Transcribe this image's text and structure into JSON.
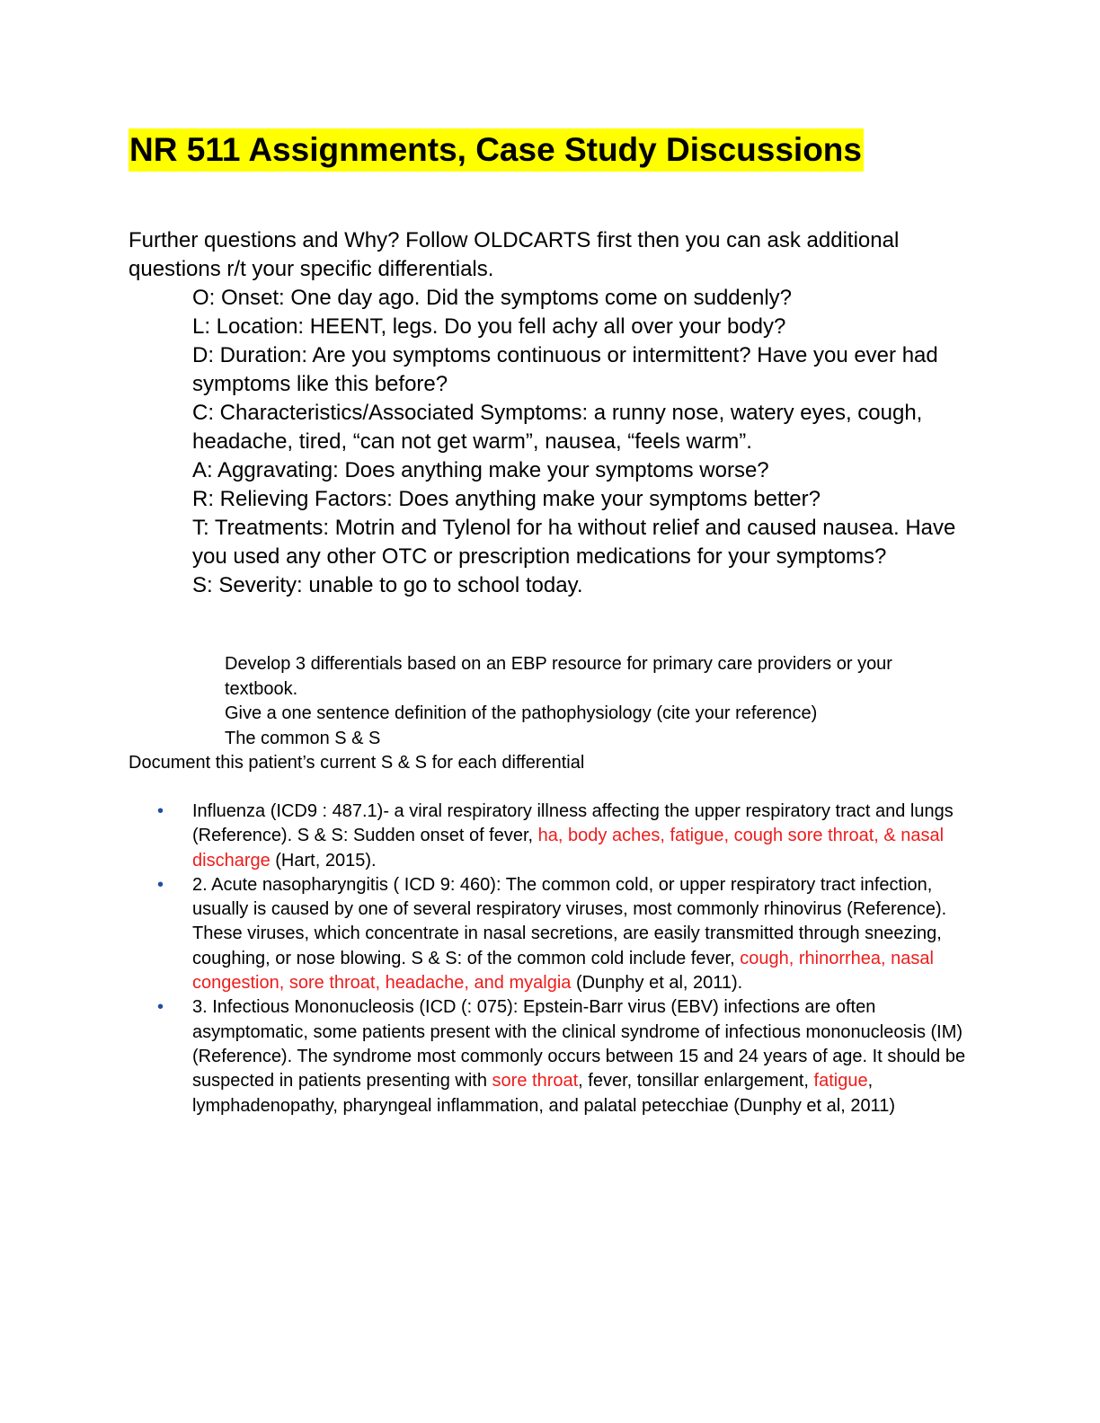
{
  "title": "NR 511 Assignments, Case Study Discussions",
  "intro": "Further questions and Why?  Follow OLDCARTS first  then you can ask additional questions r/t your specific differentials.",
  "oldcarts": [
    "O: Onset:  One day ago.  Did the symptoms come on suddenly?",
    "L: Location:  HEENT, legs.  Do you fell achy all over your body?",
    "D: Duration: Are you symptoms continuous or intermittent?  Have you ever had symptoms like this before?",
    "C: Characteristics/Associated Symptoms: a runny nose, watery eyes, cough, headache, tired, “can not get warm”, nausea, “feels warm”.",
    "A: Aggravating:  Does anything make your symptoms worse?",
    "R: Relieving Factors:  Does anything make your symptoms better?",
    "T: Treatments: Motrin and Tylenol for ha without relief and caused nausea.  Have you used any other OTC or prescription medications for your symptoms?",
    "S: Severity: unable to go to school today."
  ],
  "tasks": [
    "Develop 3 differentials based on an EBP resource for primary care providers or your textbook.",
    "Give a one sentence definition of the pathophysiology (cite your reference)",
    "The common S & S"
  ],
  "document_line": "Document this patient’s current S & S for each differential",
  "bullet_glyph": "•",
  "differentials": [
    {
      "text1": "Influenza (ICD9 : 487.1)- a viral respiratory illness affecting the upper respiratory tract and lungs (Reference).  S & S:  Sudden onset of fever, ",
      "red1": "ha, body aches, fatigue, cough sore throat, & nasal discharge",
      "text2": " (Hart, 2015).",
      "red2": "",
      "text3": "",
      "red3": "",
      "text4": ""
    },
    {
      "text1": "2. Acute nasopharyngitis ( ICD 9: 460):  The common cold, or upper respiratory tract infection, usually is caused by one of several respiratory viruses, most commonly rhinovirus (Reference). These viruses, which concentrate in nasal secretions, are easily transmitted through sneezing, coughing, or nose blowing. S & S:  of the common cold include fever, ",
      "red1": "cough, rhinorrhea, nasal congestion, sore throat, headache, and myalgia",
      "text2": " (Dunphy et al, 2011).",
      "red2": "",
      "text3": "",
      "red3": "",
      "text4": ""
    },
    {
      "text1": "3. Infectious Mononucleosis (ICD (: 075): Epstein-Barr virus (EBV) infections are often asymptomatic, some patients present with the clinical syndrome of infectious mononucleosis (IM) (Reference). The syndrome most commonly occurs between 15 and 24 years of age. It should be suspected in patients presenting with ",
      "red1": "sore throat",
      "text2": ", fever, tonsillar enlargement, ",
      "red2": "fatigue",
      "text3": ", lymphadenopathy, pharyngeal inflammation, and palatal petecchiae (Dunphy et al, 2011)",
      "red3": "",
      "text4": ""
    }
  ],
  "colors": {
    "title_highlight": "#ffff00",
    "emphasis_red": "#ee1c1c",
    "bullet_blue": "#1f4fa0"
  }
}
